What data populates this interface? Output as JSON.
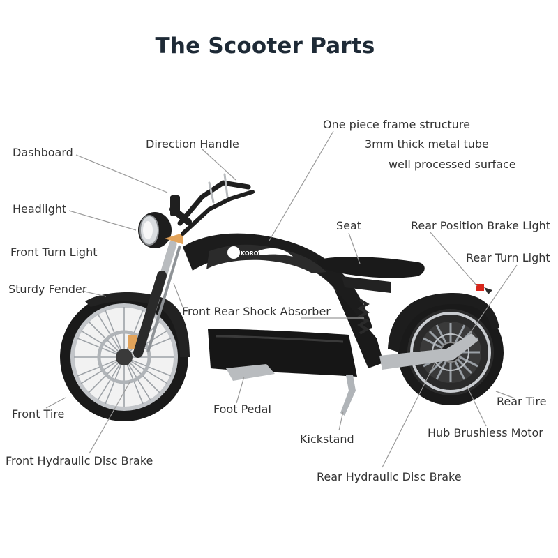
{
  "title": "The Scooter Parts",
  "logo_text": "KOROAD",
  "labels": {
    "dashboard": "Dashboard",
    "direction_handle": "Direction Handle",
    "frame_line1": "One piece frame structure",
    "frame_line2": "3mm thick metal tube",
    "frame_line3": "well processed surface",
    "headlight": "Headlight",
    "seat": "Seat",
    "rear_position_brake_light": "Rear Position Brake Light",
    "front_turn_light": "Front Turn Light",
    "rear_turn_light": "Rear Turn Light",
    "sturdy_fender": "Sturdy Fender",
    "front_rear_shock_absorber": "Front Rear Shock Absorber",
    "rear_tire": "Rear Tire",
    "front_tire": "Front Tire",
    "foot_pedal": "Foot Pedal",
    "hub_brushless_motor": "Hub Brushless Motor",
    "kickstand": "Kickstand",
    "front_hydraulic_disc_brake": "Front Hydraulic Disc Brake",
    "rear_hydraulic_disc_brake": "Rear Hydraulic Disc Brake"
  },
  "colors": {
    "body": "#1c1c1c",
    "chrome": "#b9bcbf",
    "leader_line": "#9a9a9a",
    "title": "#1e2a36",
    "label": "#333333",
    "brake_light": "#d8261b",
    "turn_light": "#e2a35a"
  }
}
